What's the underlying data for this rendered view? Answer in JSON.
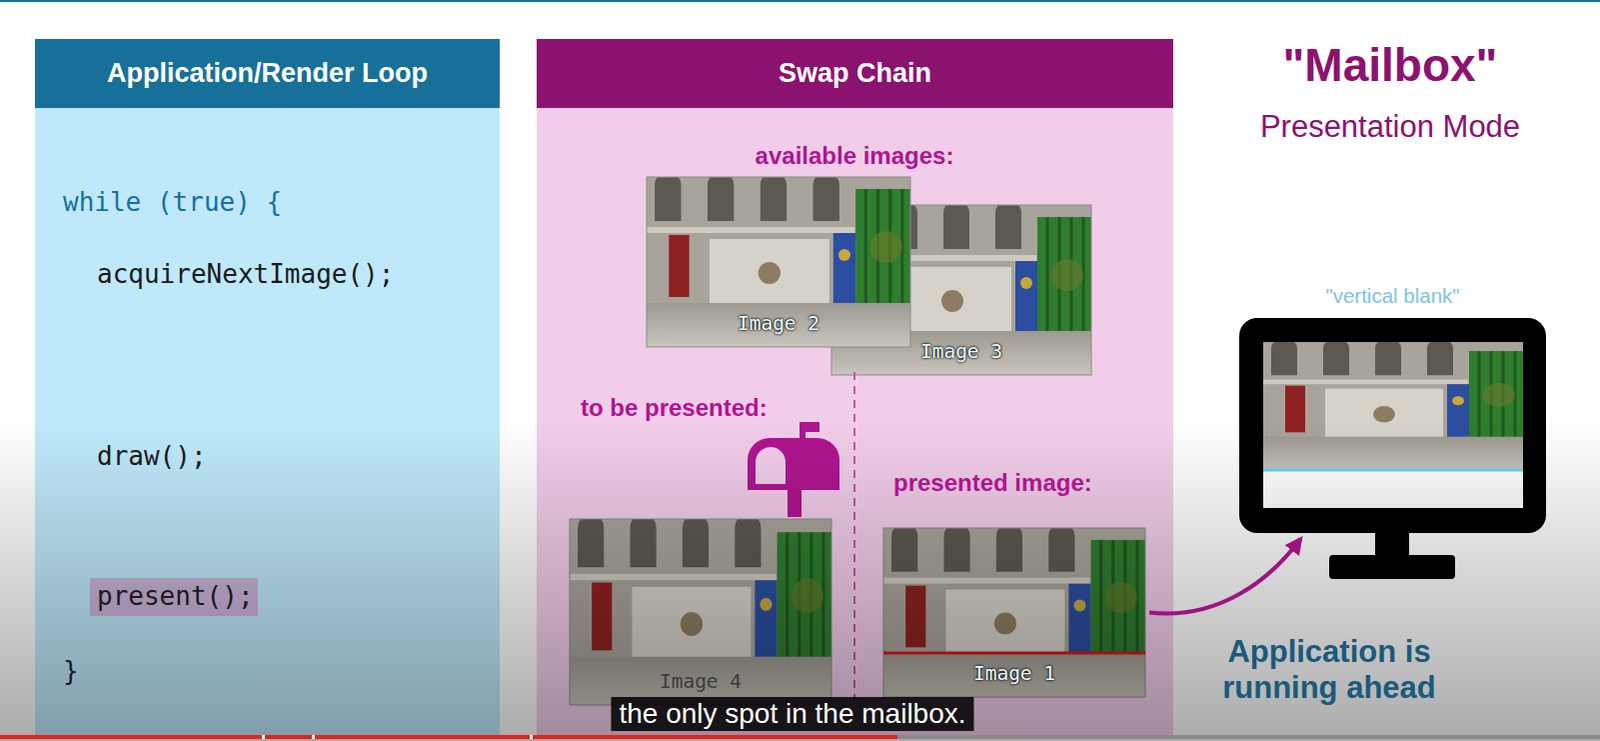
{
  "diagram": {
    "nodes": [
      {
        "text": [
          "Application/Render Loop",
          "while (true) {",
          "acquireNextImage();",
          "draw();",
          "present();",
          "}"
        ]
      },
      {
        "text": [
          "Swap Chain"
        ]
      },
      {
        "text": [
          "Image 2"
        ],
        "in": 1
      },
      {
        "text": [
          "Image 3"
        ],
        "in": 1
      },
      {
        "text": [
          "Image 4"
        ],
        "in": 1
      },
      {
        "text": [
          "Image 1"
        ],
        "in": 1
      },
      {
        "text": [
          "\"vertical blank\""
        ]
      }
    ],
    "edges": [
      {
        "from": 5,
        "to": 6,
        "arrow": "to"
      }
    ],
    "labels": [
      "\"Mailbox\"",
      "Presentation Mode",
      "available images:",
      "to be presented:",
      "presented image:",
      "Application is running ahead",
      "the only spot in the mailbox."
    ]
  }
}
